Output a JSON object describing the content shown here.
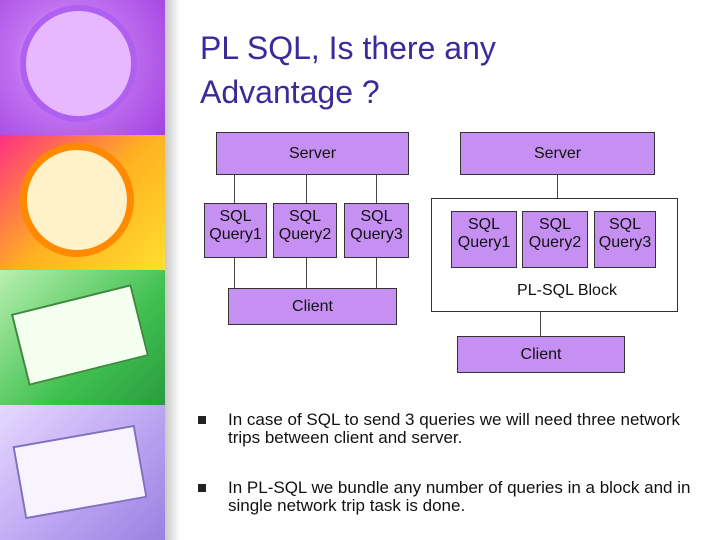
{
  "slide": {
    "title_line1": "PL SQL, Is there any",
    "title_line2": "Advantage ?"
  },
  "left_diagram": {
    "server": "Server",
    "queries": [
      {
        "line1": "SQL",
        "line2": "Query1"
      },
      {
        "line1": "SQL",
        "line2": "Query2"
      },
      {
        "line1": "SQL",
        "line2": "Query3"
      }
    ],
    "client": "Client"
  },
  "right_diagram": {
    "server": "Server",
    "queries": [
      {
        "line1": "SQL",
        "line2": "Query1"
      },
      {
        "line1": "SQL",
        "line2": "Query2"
      },
      {
        "line1": "SQL",
        "line2": "Query3"
      }
    ],
    "block_label": "PL-SQL Block",
    "client": "Client"
  },
  "bullets": [
    "In case of SQL to send 3 queries we will need three network trips between client and server.",
    "In PL-SQL we bundle any number of queries in a block and in single network trip task is done."
  ],
  "colors": {
    "box_fill": "#c690f2",
    "title_color": "#3a2a9a"
  }
}
